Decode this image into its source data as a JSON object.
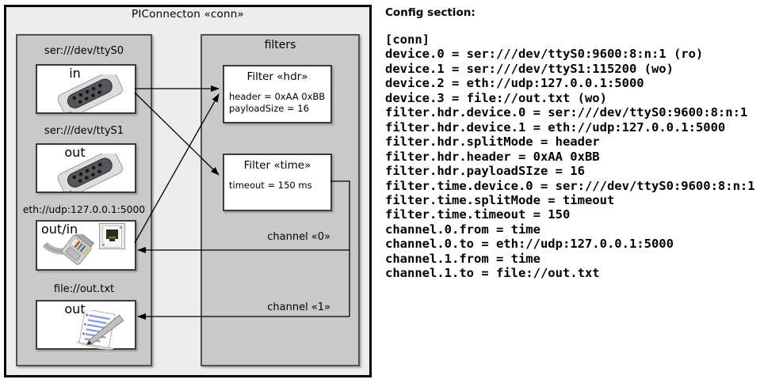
{
  "diagram": {
    "title": "PIConnecton «conn»",
    "devices_panel": {
      "devices": [
        {
          "uri": "ser:///dev/ttyS0",
          "direction": "in",
          "icon": "serial-connector"
        },
        {
          "uri": "ser:///dev/ttyS1",
          "direction": "out",
          "icon": "serial-connector"
        },
        {
          "uri": "eth://udp:127.0.0.1:5000",
          "direction": "out/in",
          "icon": "ethernet-plug"
        },
        {
          "uri": "file://out.txt",
          "direction": "out",
          "icon": "notepad"
        }
      ]
    },
    "filters_panel": {
      "title": "filters",
      "filters": [
        {
          "title": "Filter «hdr»",
          "attributes": [
            "header = 0xAA 0xBB",
            "payloadSize = 16"
          ]
        },
        {
          "title": "Filter «time»",
          "attributes": [
            "timeout = 150 ms"
          ]
        }
      ]
    },
    "channels": [
      {
        "label": "channel «0»"
      },
      {
        "label": "channel «1»"
      }
    ],
    "colors": {
      "outer_bg": "#ededed",
      "panel_bg": "#c9c9c9",
      "box_bg": "#ffffff",
      "line": "#000000"
    }
  },
  "config": {
    "heading": "Config section:",
    "lines": [
      "[conn]",
      "device.0 = ser:///dev/ttyS0:9600:8:n:1 (ro)",
      "device.1 = ser:///dev/ttyS1:115200 (wo)",
      "device.2 = eth://udp:127.0.0.1:5000",
      "device.3 = file://out.txt (wo)",
      "filter.hdr.device.0 = ser:///dev/ttyS0:9600:8:n:1",
      "filter.hdr.device.1 = eth://udp:127.0.0.1:5000",
      "filter.hdr.splitMode = header",
      "filter.hdr.header = 0xAA 0xBB",
      "filter.hdr.payloadSIze = 16",
      "filter.time.device.0 = ser:///dev/ttyS0:9600:8:n:1",
      "filter.time.splitMode = timeout",
      "filter.time.timeout = 150",
      "channel.0.from = time",
      "channel.0.to = eth://udp:127.0.0.1:5000",
      "channel.1.from = time",
      "channel.1.to = file://out.txt"
    ]
  }
}
